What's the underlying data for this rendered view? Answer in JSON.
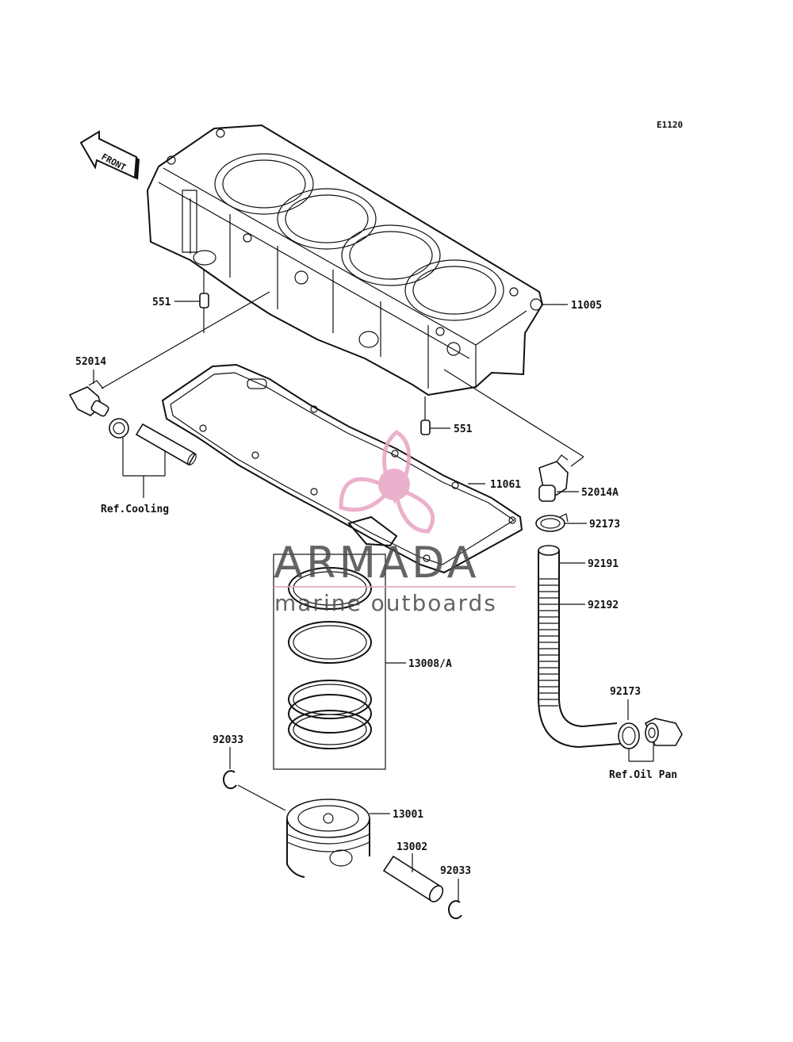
{
  "diagram_code": "E1120",
  "front_arrow_label": "FRONT",
  "parts": {
    "cylinder": "11005",
    "dowel_top": "551",
    "dowel_bottom": "551",
    "fitting_left": "52014",
    "gasket": "11061",
    "fitting_right": "52014A",
    "clamp_top": "92173",
    "hose_end": "92191",
    "hose": "92192",
    "clamp_bottom": "92173",
    "piston_rings": "13008/A",
    "circlip_left": "92033",
    "piston": "13001",
    "piston_pin": "13002",
    "circlip_right": "92033"
  },
  "references": {
    "cooling": "Ref.Cooling",
    "oil_pan": "Ref.Oil Pan"
  },
  "watermark": {
    "brand": "ARMADA",
    "tagline": "marine outboards",
    "accent_color": "#e8a3c4",
    "text_color": "#4a4a4a"
  }
}
